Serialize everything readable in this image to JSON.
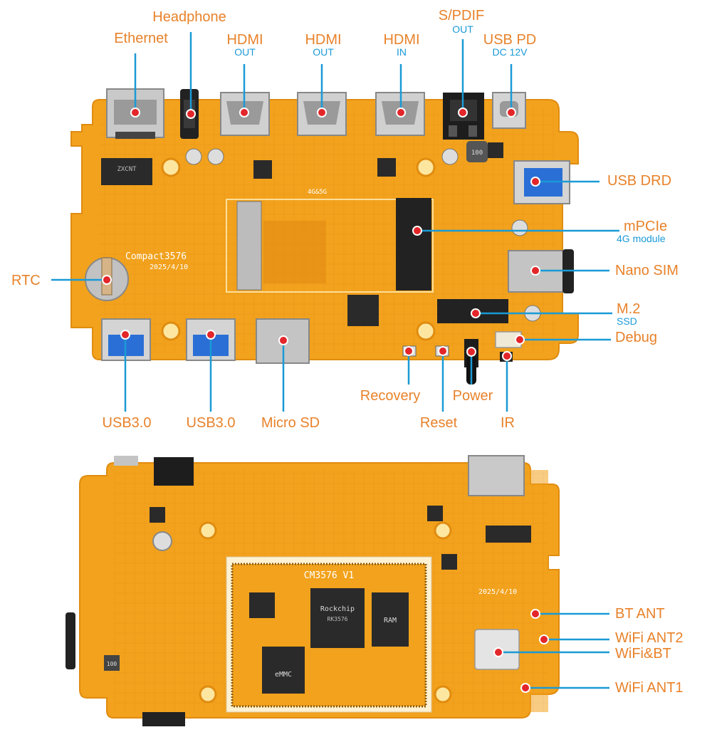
{
  "top_board": {
    "silkscreen": {
      "model": "Compact3576",
      "date": "2025/4/10",
      "band": "4G&5G",
      "inductor": "100"
    },
    "labels": {
      "ethernet": "Ethernet",
      "headphone": "Headphone",
      "hdmi_out_1": "HDMI",
      "hdmi_out_1_sub": "OUT",
      "hdmi_out_2": "HDMI",
      "hdmi_out_2_sub": "OUT",
      "hdmi_in": "HDMI",
      "hdmi_in_sub": "IN",
      "spdif": "S/PDIF",
      "spdif_sub": "OUT",
      "usb_pd": "USB PD",
      "usb_pd_sub": "DC 12V",
      "usb_drd": "USB DRD",
      "mpcie": "mPCIe",
      "mpcie_sub": "4G module",
      "nano_sim": "Nano SIM",
      "m2": "M.2",
      "m2_sub": "SSD",
      "debug": "Debug",
      "rtc": "RTC",
      "recovery": "Recovery",
      "power": "Power",
      "reset": "Reset",
      "ir": "IR",
      "usb30_1": "USB3.0",
      "usb30_2": "USB3.0",
      "micro_sd": "Micro SD"
    }
  },
  "bottom_board": {
    "silkscreen": {
      "module": "CM3576 V1",
      "date": "2025/4/10",
      "soc_brand": "Rockchip",
      "soc_model": "RK3576",
      "ram": "RAM",
      "emmc": "eMMC",
      "inductor": "100"
    },
    "labels": {
      "bt_ant": "BT ANT",
      "wifi_ant2": "WiFi ANT2",
      "wifi_bt": "WiFi&BT",
      "wifi_ant1": "WiFi ANT1"
    }
  },
  "colors": {
    "pcb": "#f2a21c",
    "pcb_edge": "#e08c10",
    "callout_text": "#e8822a",
    "sub_text": "#1a9ad6",
    "leader_line": "#1a9ad6",
    "marker": "#e3262a",
    "chip": "#2a2a2a",
    "metal": "#c9c9c9"
  }
}
